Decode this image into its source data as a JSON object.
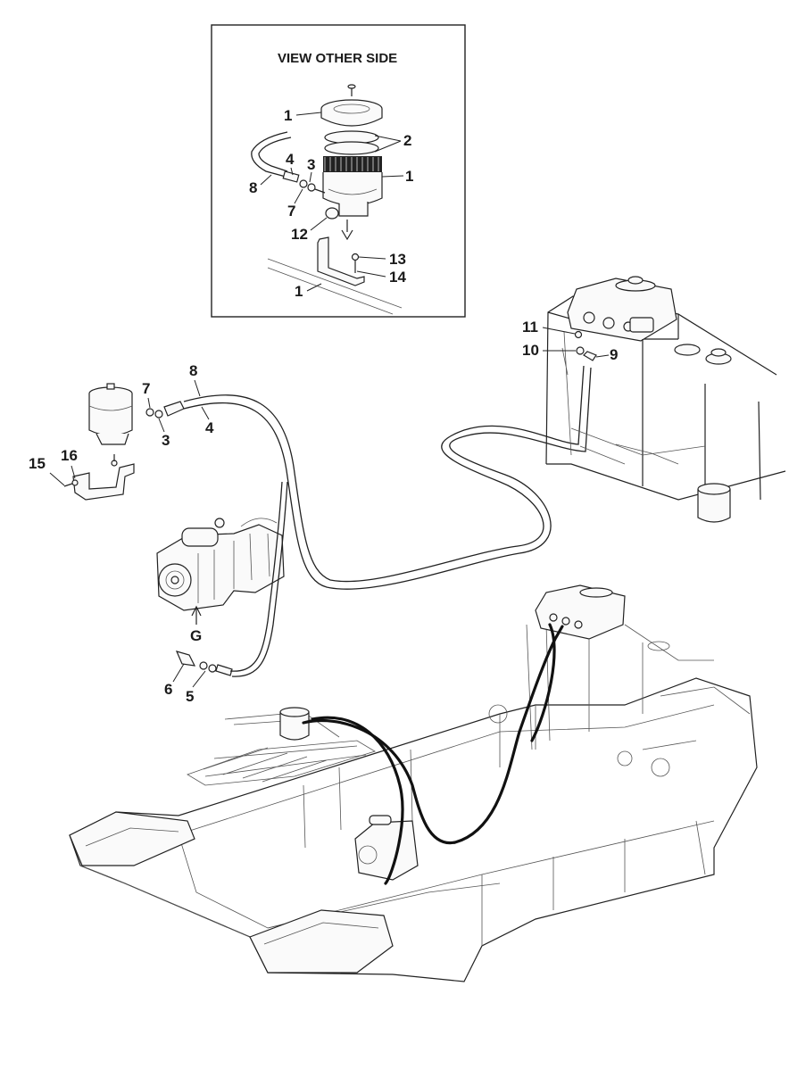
{
  "inset": {
    "title": "VIEW OTHER SIDE",
    "callouts": [
      "1",
      "2",
      "1",
      "4",
      "3",
      "8",
      "7",
      "12",
      "13",
      "14",
      "1"
    ]
  },
  "main_callouts": [
    "8",
    "7",
    "3",
    "4",
    "15",
    "16",
    "11",
    "10",
    "9",
    "G",
    "6",
    "5"
  ]
}
